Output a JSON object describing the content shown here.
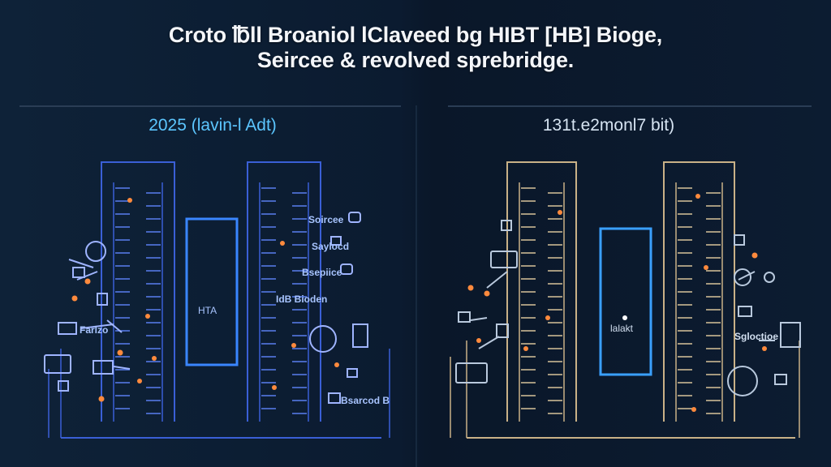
{
  "title": {
    "line1": "Croto ℔ll Broaniol lClaveed bg HIBT [HB] Bioge,",
    "line2": "Seircee & revolved sprebridge."
  },
  "left_panel": {
    "heading": "2025 (lavin-l Adt)",
    "center_label": "HTA",
    "labels": [
      "Soircee",
      "Saylocd",
      "Bsepiice",
      "IdB Bioden",
      "Farlzo",
      "Bsarcod B"
    ]
  },
  "right_panel": {
    "heading": "131t.e2monl7 bit)",
    "center_label": "lalakt",
    "labels": [
      "Sgloctioe"
    ]
  },
  "colors": {
    "background": "#0b1a2d",
    "left_accent": "#3a5fd6",
    "left_center_box": "#3a86ff",
    "right_accent": "#c9b187",
    "right_center_box": "#3aa0ff",
    "dot": "#ff8a3d",
    "heading_left": "#5cc6ff",
    "title": "#f4f6fa"
  }
}
